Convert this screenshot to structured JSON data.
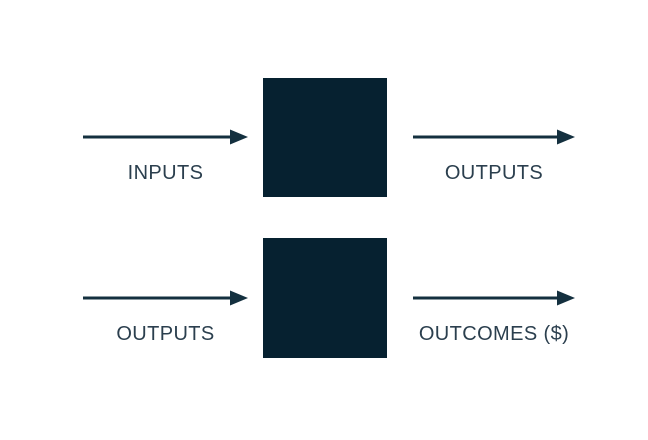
{
  "diagram": {
    "title": "Inputs-Outputs-Outcomes process flow",
    "background_color": "#ffffff",
    "box_color": "#062130",
    "arrow_color": "#14303f",
    "label_color": "#2b3f4e",
    "rows": [
      {
        "id": "row-1",
        "input_label": "INPUTS",
        "output_label": "OUTPUTS",
        "box_label": "",
        "input_arrow_icon": "arrow-right-icon",
        "output_arrow_icon": "arrow-right-icon"
      },
      {
        "id": "row-2",
        "input_label": "OUTPUTS",
        "output_label": "OUTCOMES ($)",
        "box_label": "",
        "input_arrow_icon": "arrow-right-icon",
        "output_arrow_icon": "arrow-right-icon"
      }
    ]
  }
}
